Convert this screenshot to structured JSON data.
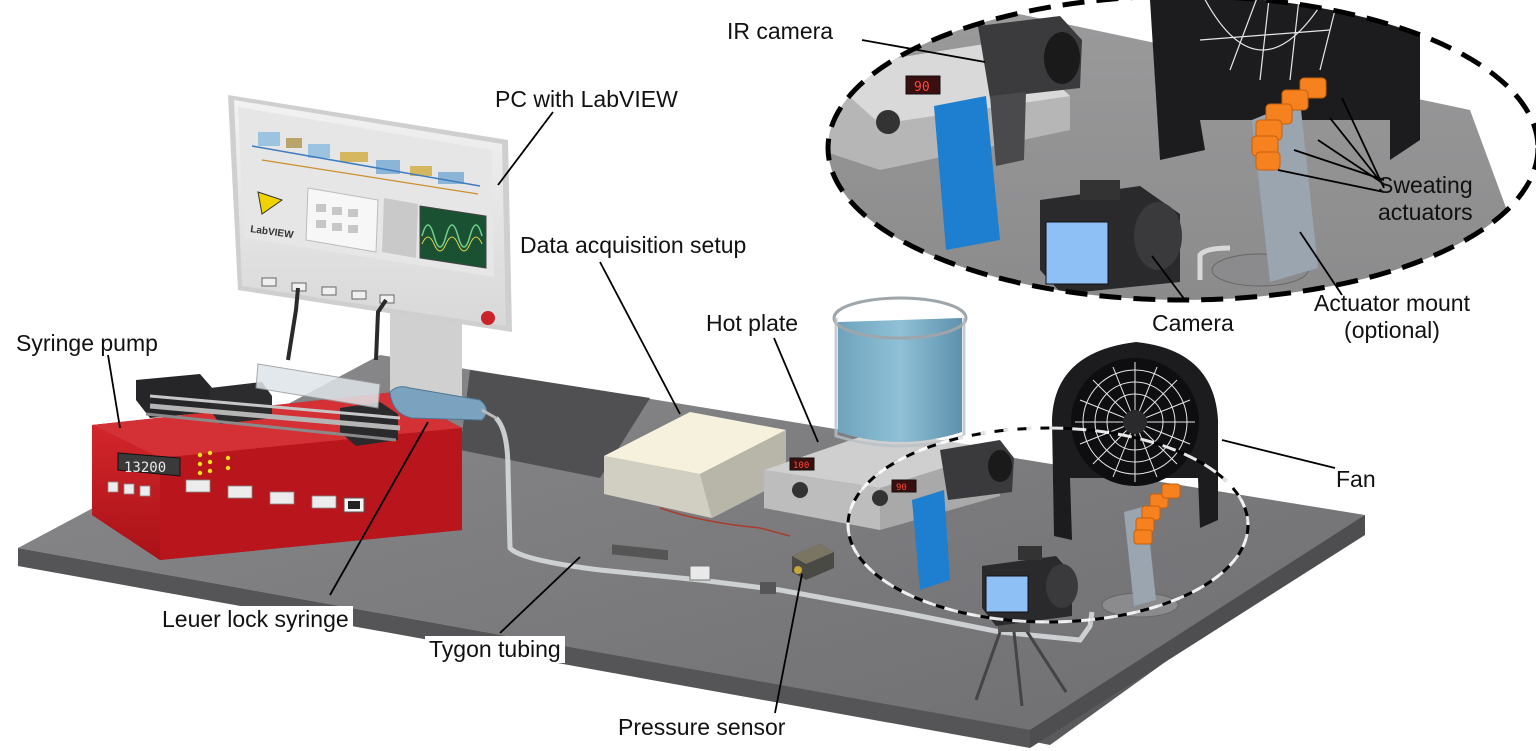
{
  "labels": {
    "ir_camera": "IR camera",
    "pc_labview": "PC with LabVIEW",
    "data_acquisition": "Data acquisition setup",
    "syringe_pump": "Syringe pump",
    "hot_plate": "Hot plate",
    "sweating_actuators": "Sweating\nactuators",
    "camera": "Camera",
    "actuator_mount": "Actuator mount\n(optional)",
    "fan": "Fan",
    "leuer_lock_syringe": "Leuer lock syringe",
    "tygon_tubing": "Tygon tubing",
    "pressure_sensor": "Pressure sensor"
  },
  "displays": {
    "syringe_pump_readout": "13200",
    "hot_plate_readout_1": "100",
    "hot_plate_readout_2": "90",
    "inset_hot_plate_readout": "90",
    "monitor_logo": "LabVIEW"
  },
  "colors": {
    "base_plate": "#7b7b7d",
    "syringe_pump_red": "#c4171d",
    "actuator_orange": "#f5821f",
    "ir_camera_blue": "#1e7fd0",
    "water_blue": "#7fb0c8",
    "fan_black": "#1c1c1e",
    "camera_screen": "#8fc0f5"
  }
}
